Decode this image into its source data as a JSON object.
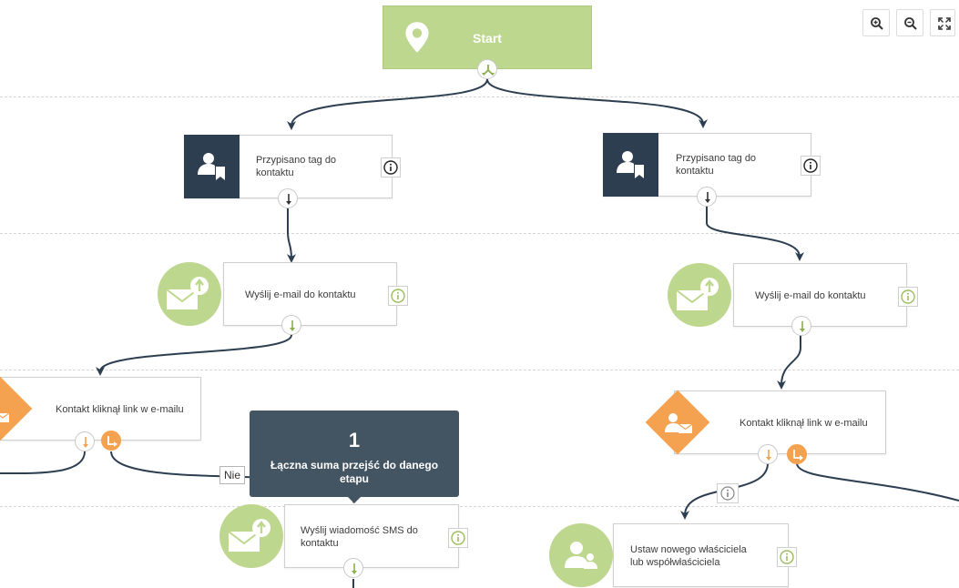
{
  "toolbar": {
    "zoom_in_icon": "zoom-in-icon",
    "zoom_out_icon": "zoom-out-icon",
    "fullscreen_icon": "fullscreen-icon"
  },
  "start": {
    "label": "Start",
    "icon": "location-pin-icon"
  },
  "nodes": {
    "tag_left": {
      "label": "Przypisano tag do kontaktu",
      "icon": "user-tag-icon"
    },
    "tag_right": {
      "label": "Przypisano tag do kontaktu",
      "icon": "user-tag-icon"
    },
    "email_left": {
      "label": "Wyślij e-mail do kontaktu",
      "icon": "email-send-icon"
    },
    "email_right": {
      "label": "Wyślij e-mail do kontaktu",
      "icon": "email-send-icon"
    },
    "click_left": {
      "label": "Kontakt kliknął link w e-mailu",
      "icon": "user-mail-icon"
    },
    "click_right": {
      "label": "Kontakt kliknął link w e-mailu",
      "icon": "user-mail-icon"
    },
    "sms": {
      "label": "Wyślij wiadomość SMS do kontaktu",
      "icon": "sms-send-icon"
    },
    "owner": {
      "label": "Ustaw nowego właściciela lub współwłaściciela",
      "icon": "users-icon"
    }
  },
  "tooltip": {
    "count": "1",
    "text": "Łączna suma przejść do danego etapu"
  },
  "branch_label": "Nie",
  "colors": {
    "dark": "#2c3e50",
    "green": "#bed78e",
    "orange": "#f4a24f",
    "tooltip": "#435463",
    "wire": "#2c3e50"
  }
}
